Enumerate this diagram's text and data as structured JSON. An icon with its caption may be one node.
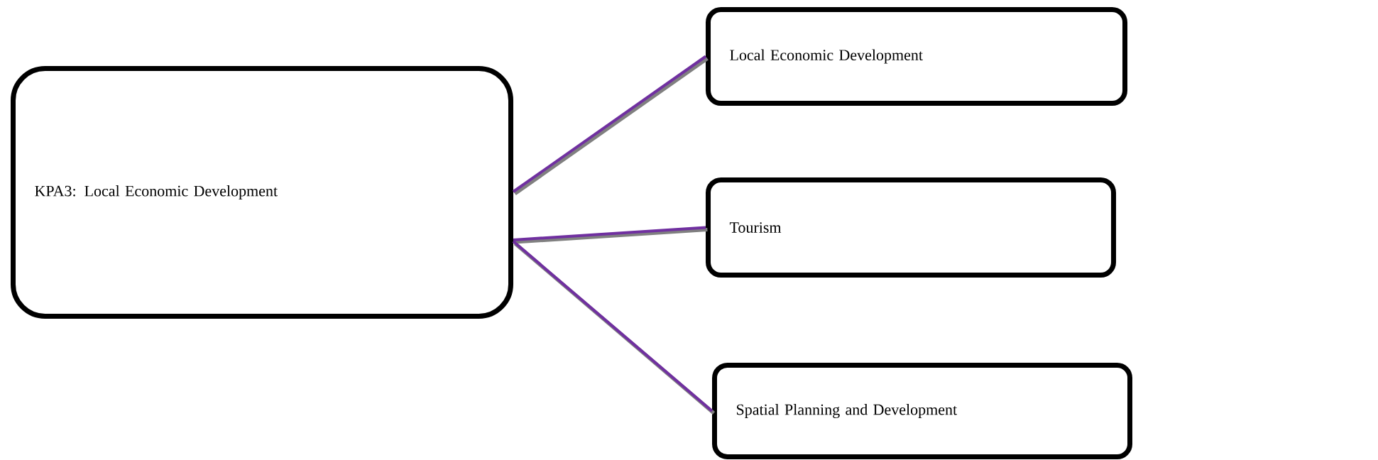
{
  "diagram": {
    "nodes": [
      {
        "text": [
          "KPA3:  Local Economic Development"
        ]
      },
      {
        "text": [
          "Local Economic Development"
        ]
      },
      {
        "text": [
          "Tourism"
        ]
      },
      {
        "text": [
          "Spatial Planning and Development"
        ]
      }
    ],
    "edges": [
      {
        "from": 0,
        "to": 1,
        "arrow": "none"
      },
      {
        "from": 0,
        "to": 2,
        "arrow": "none"
      },
      {
        "from": 0,
        "to": 3,
        "arrow": "none"
      }
    ]
  }
}
